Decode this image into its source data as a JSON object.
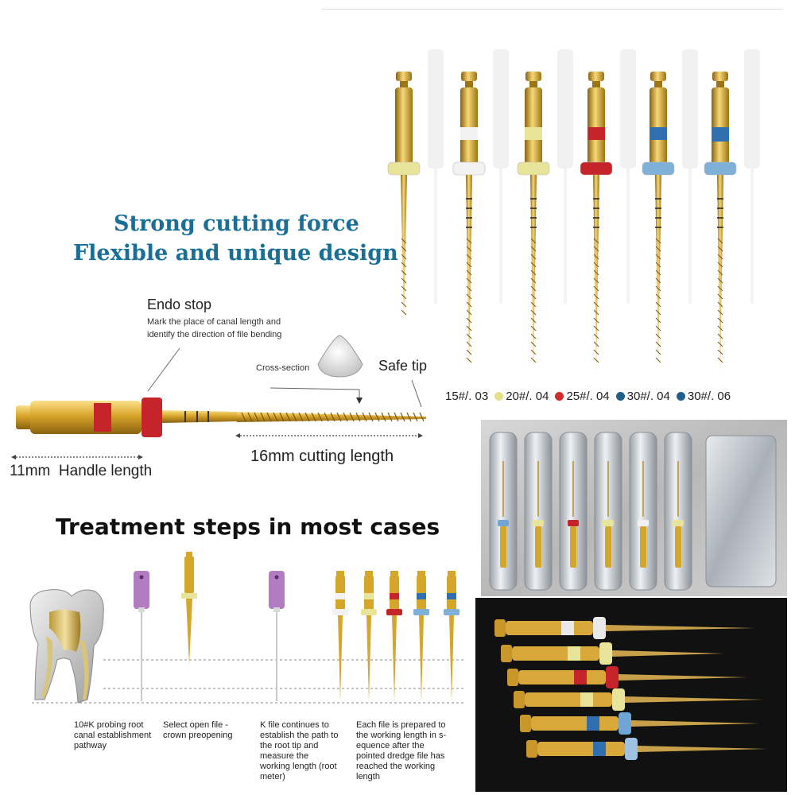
{
  "headline": {
    "line1": "Strong cutting force",
    "line2": "Flexible and unique design"
  },
  "diagram": {
    "endo_stop_title": "Endo stop",
    "endo_stop_desc1": "Mark the place of canal length and",
    "endo_stop_desc2": "identify the direction of file bending",
    "cross_section": "Cross-section",
    "safe_tip": "Safe tip",
    "cutting_length": "16mm cutting length",
    "handle_length": "11mm  Handle length"
  },
  "sizes": [
    {
      "label": "15#/. 03",
      "color": ""
    },
    {
      "label": "20#/. 04",
      "color": "#e6df8a"
    },
    {
      "label": "25#/. 04",
      "color": "#d32a2a"
    },
    {
      "label": "30#/. 04",
      "color": "#1f5f8c"
    },
    {
      "label": "30#/. 06",
      "color": "#1f5f8c"
    }
  ],
  "files": [
    {
      "stop_color": "#e8e49a",
      "band_color": "#e8e49a",
      "bands": 0
    },
    {
      "stop_color": "#f2f2f2",
      "band_color": "#f2f2f2",
      "bands": 1
    },
    {
      "stop_color": "#e8e49a",
      "band_color": "#e8e49a",
      "bands": 1
    },
    {
      "stop_color": "#c4242a",
      "band_color": "#c4242a",
      "bands": 1
    },
    {
      "stop_color": "#7fb0d8",
      "band_color": "#2f6fb0",
      "bands": 1
    },
    {
      "stop_color": "#7fb0d8",
      "band_color": "#2f6fb0",
      "bands": 2
    }
  ],
  "treatment": {
    "title": "Treatment steps in most cases",
    "steps": [
      {
        "text": "10#K probing root canal establishment pathway"
      },
      {
        "text": "Select open file - crown preopening"
      },
      {
        "text": "K file continues to establish the path to the root tip and measure the working length (root meter)"
      },
      {
        "text": "Each file is prepared to the working length in s-equence after the pointed dredge file has reached the working length"
      }
    ]
  },
  "colors": {
    "headline": "#1a6f96",
    "gold": "#d4a62a",
    "gold_dark": "#9c7414",
    "k_file": "#b27cc0",
    "endo_stop_red": "#c4242a"
  }
}
